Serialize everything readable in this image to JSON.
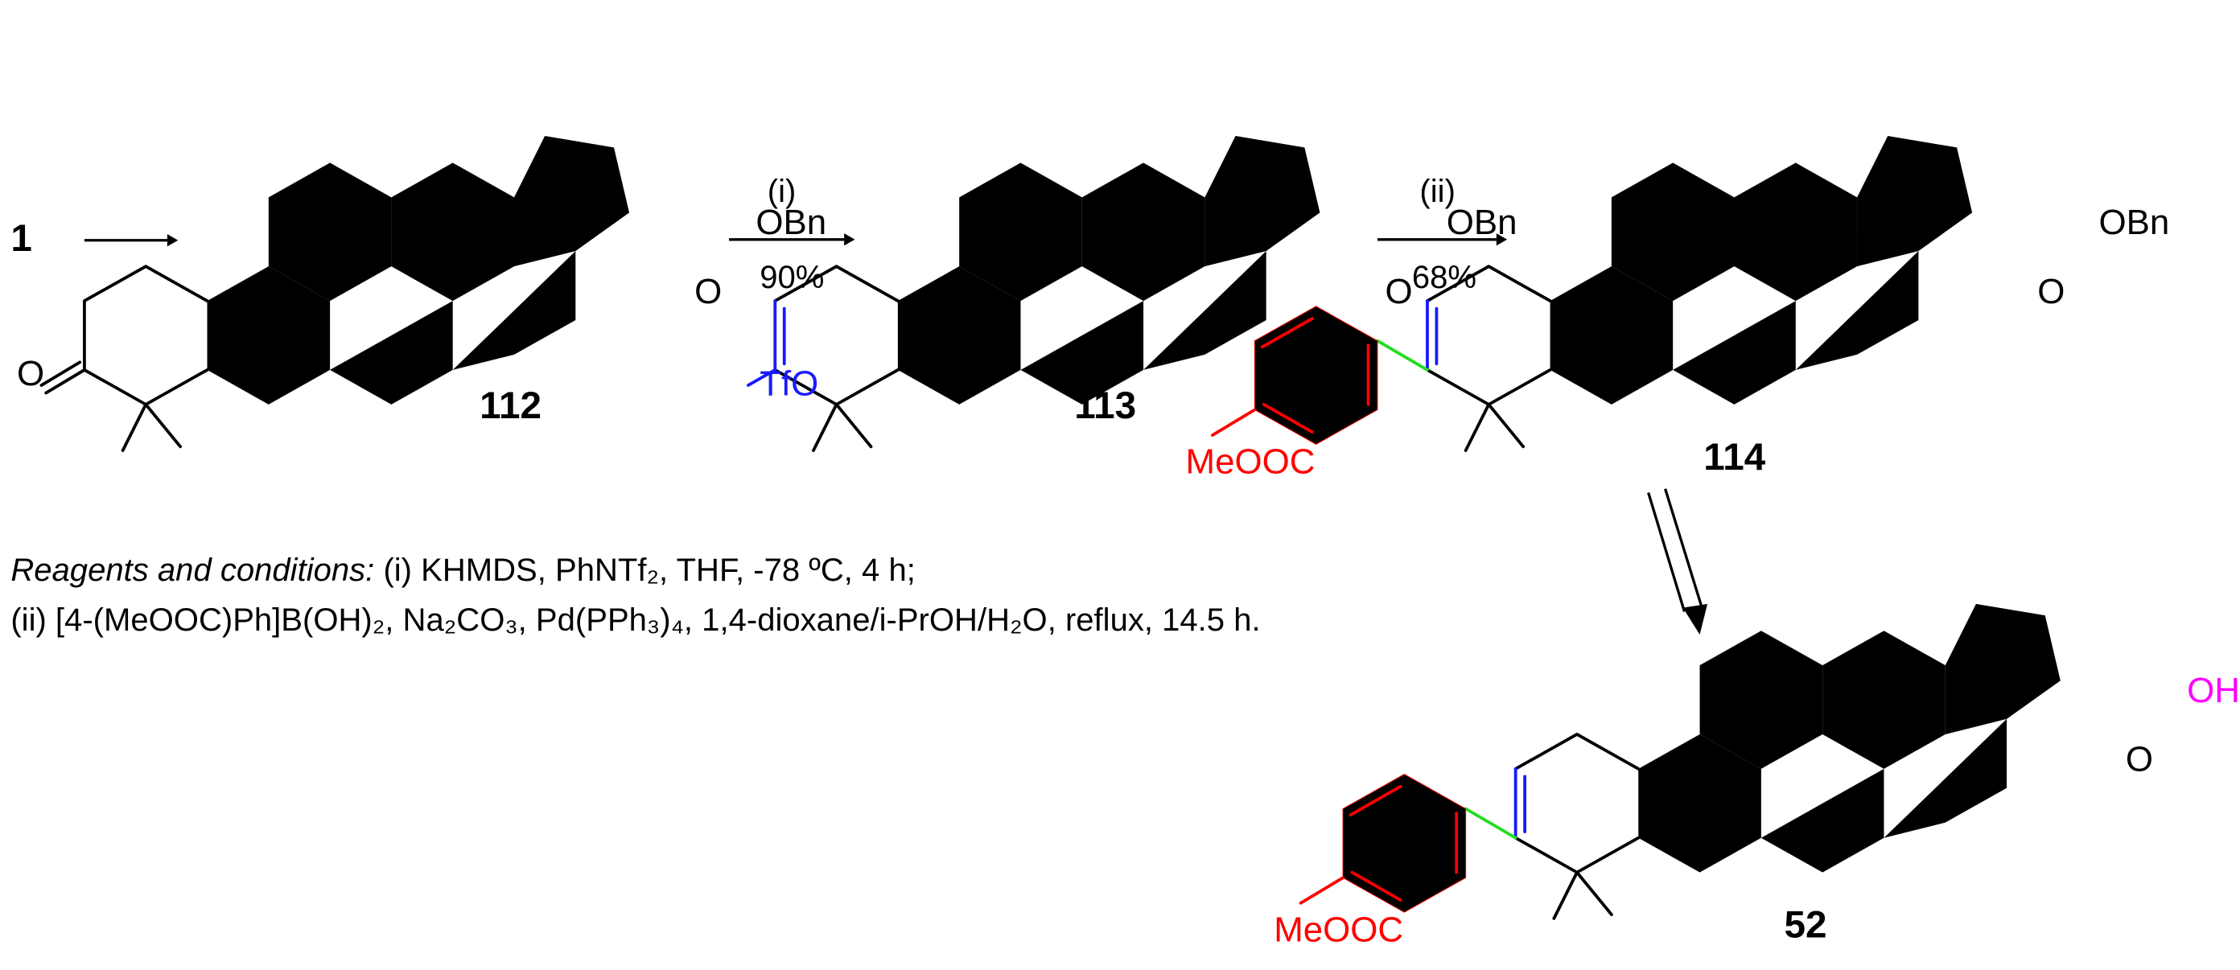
{
  "compounds": {
    "start": "1",
    "c112": "112",
    "c113": "113",
    "c114": "114",
    "c52": "52"
  },
  "steps": {
    "step1_reagent": "(i)",
    "step1_yield": "90%",
    "step2_reagent": "(ii)",
    "step2_yield": "68%"
  },
  "atoms": {
    "ester_o": "O",
    "ester_obn": "OBn",
    "ketone_o": "O",
    "tfo": "TfO",
    "meooc": "MeOOC",
    "acid_oh": "OH"
  },
  "conditions": {
    "heading": "Reagents and conditions:",
    "line1": " (i) KHMDS, PhNTf₂, THF, -78 ºC, 4 h;",
    "line2": "(ii) [4-(MeOOC)Ph]B(OH)₂, Na₂CO₃, Pd(PPh₃)₄, 1,4-dioxane/i-PrOH/H₂O, reflux, 14.5 h."
  },
  "colors": {
    "triflate": "#1a1aff",
    "aryl": "#ff0000",
    "link_bond": "#22dd22",
    "acid": "#ff00ff",
    "ink": "#000000"
  }
}
